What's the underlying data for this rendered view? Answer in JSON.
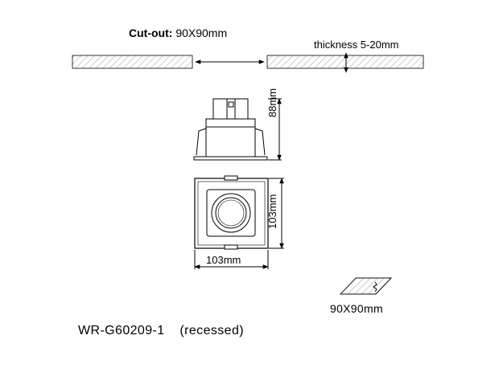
{
  "cutout": {
    "label": "Cut-out:",
    "value": "90X90mm"
  },
  "thickness_label": "thickness 5-20mm",
  "dimensions": {
    "height_side": "88mm",
    "height_front": "103mm",
    "width_front": "103mm"
  },
  "hole_size_label": "90X90mm",
  "model": {
    "code": "WR-G60209-1",
    "type": "(recessed)"
  },
  "colors": {
    "line": "#000000",
    "background": "#ffffff",
    "hatch": "#777777"
  }
}
